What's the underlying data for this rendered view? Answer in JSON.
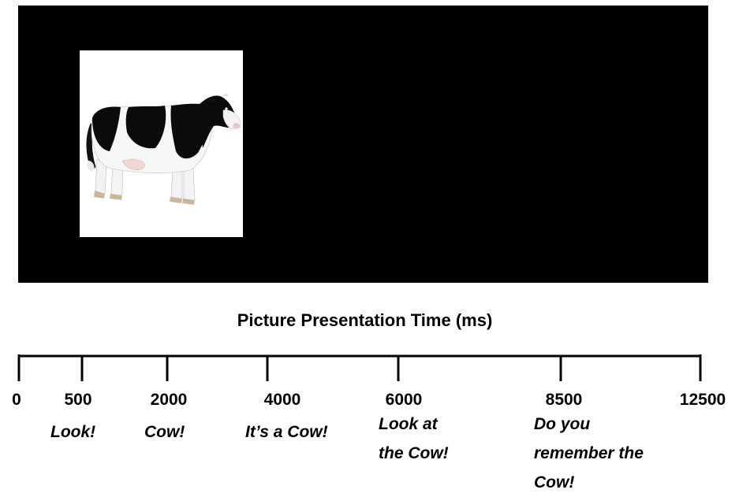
{
  "stimulus": {
    "image_subject": "cow",
    "background_color": "#000000",
    "frame_color": "#ffffff"
  },
  "timeline": {
    "title": "Picture Presentation Time (ms)",
    "ticks": [
      {
        "value": 0,
        "label": "0"
      },
      {
        "value": 500,
        "label": "500"
      },
      {
        "value": 2000,
        "label": "2000"
      },
      {
        "value": 4000,
        "label": "4000"
      },
      {
        "value": 6000,
        "label": "6000"
      },
      {
        "value": 8500,
        "label": "8500"
      },
      {
        "value": 12500,
        "label": "12500"
      }
    ],
    "cues": [
      {
        "at": "500",
        "lines": [
          "Look!"
        ]
      },
      {
        "at": "2000",
        "lines": [
          "Cow!"
        ]
      },
      {
        "at": "4000",
        "lines": [
          "It’s a Cow!"
        ]
      },
      {
        "at": "6000",
        "lines": [
          "Look at",
          "the Cow!"
        ]
      },
      {
        "at": "8500",
        "lines": [
          "Do you",
          "remember the",
          "Cow!"
        ]
      }
    ]
  }
}
